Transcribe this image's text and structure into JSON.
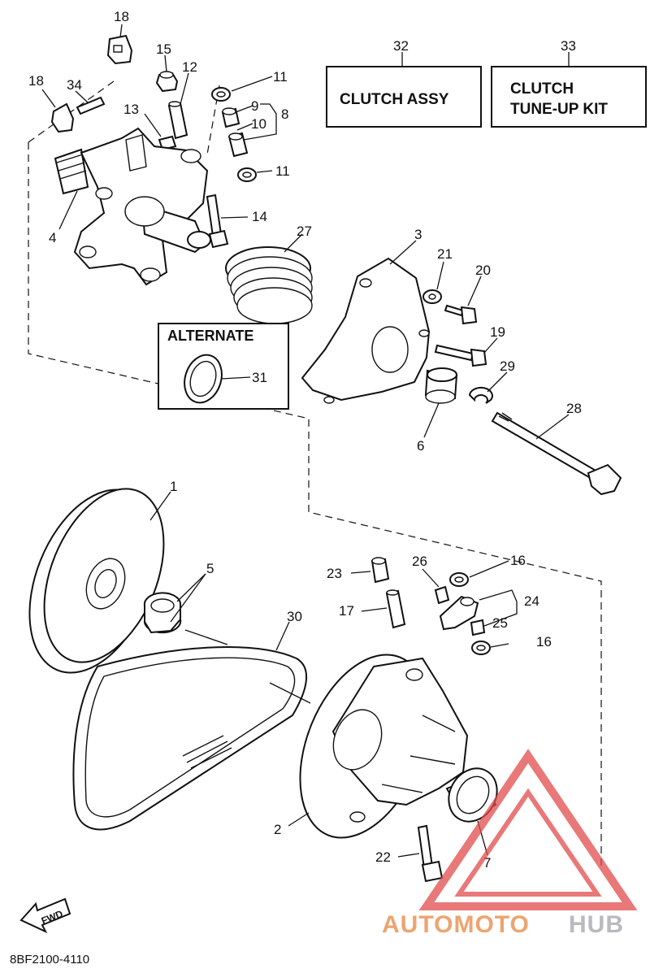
{
  "callouts": {
    "c1": "1",
    "c2": "2",
    "c3": "3",
    "c4": "4",
    "c5": "5",
    "c6": "6",
    "c7": "7",
    "c8": "8",
    "c9": "9",
    "c10": "10",
    "c11a": "11",
    "c11b": "11",
    "c12": "12",
    "c13": "13",
    "c14": "14",
    "c15": "15",
    "c16a": "16",
    "c16b": "16",
    "c17": "17",
    "c18a": "18",
    "c18b": "18",
    "c19": "19",
    "c20": "20",
    "c21": "21",
    "c22": "22",
    "c23": "23",
    "c24": "24",
    "c25": "25",
    "c26": "26",
    "c27": "27",
    "c28": "28",
    "c29": "29",
    "c30": "30",
    "c31": "31",
    "c32": "32",
    "c33": "33",
    "c34": "34"
  },
  "boxes": {
    "clutch_assy": "CLUTCH ASSY",
    "tune_up_line1": "CLUTCH",
    "tune_up_line2": "TUNE-UP KIT",
    "alternate": "ALTERNATE"
  },
  "fwd_label": "FWD",
  "diagram_code": "8BF2100-4110",
  "watermark": {
    "part1": "AUTOMOTO",
    "part2": "HUB"
  },
  "colors": {
    "watermark_orange": "#e8a37f",
    "watermark_gray": "#b9b9bf",
    "watermark_red": "#e24b4b"
  }
}
